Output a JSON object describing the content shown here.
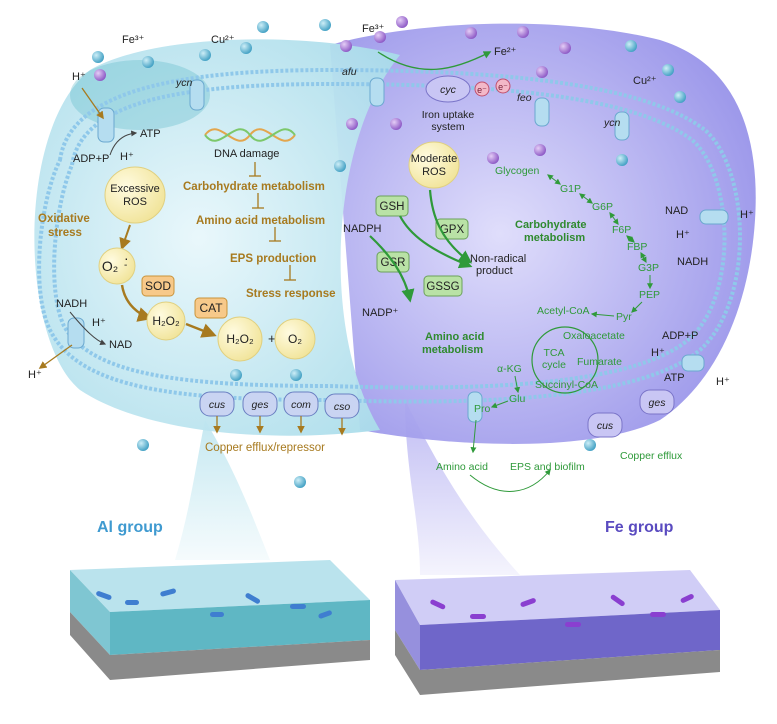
{
  "ions": {
    "fe3_left": "Fe³⁺",
    "cu2_left": "Cu²⁺",
    "fe3_right": "Fe³⁺",
    "fe2_right": "Fe²⁺",
    "cu2_right": "Cu²⁺",
    "e1": "e⁻",
    "e2": "e⁻"
  },
  "genes": {
    "ycn_left": "ycn",
    "afu": "afu",
    "cyc": "cyc",
    "feo": "feo",
    "ycn_right": "ycn",
    "cus_left": "cus",
    "ges_left": "ges",
    "com": "com",
    "cso": "cso",
    "cus_right": "cus",
    "ges_right": "ges"
  },
  "left": {
    "h_top": "H⁺",
    "atp": "ATP",
    "adp_p": "ADP+P",
    "h_mid": "H⁺",
    "dna_damage": "DNA damage",
    "excessive_ros": [
      "Excessive",
      "ROS"
    ],
    "oxidative_stress": [
      "Oxidative",
      "stress"
    ],
    "o2_radical": "O₂",
    "o2_dot": "·",
    "o2_minus": "-",
    "sod": "SOD",
    "cat": "CAT",
    "h2o2": "H₂O₂",
    "h2o2_2": "H₂O₂",
    "plus": "+",
    "o2": "O₂",
    "carb_metab": "Carbohydrate metabolism",
    "amino_metab": "Amino acid metabolism",
    "eps_prod": "EPS production",
    "stress_resp": "Stress response",
    "nadh": "NADH",
    "h_low": "H⁺",
    "nad": "NAD",
    "h_out": "H⁺",
    "copper_efflux_repressor": "Copper efflux/repressor",
    "group_label": "Al group"
  },
  "right": {
    "iron_uptake": [
      "Iron uptake",
      "system"
    ],
    "moderate_ros": [
      "Moderate",
      "ROS"
    ],
    "gsh": "GSH",
    "gpx": "GPX",
    "gsr": "GSR",
    "gssg": "GSSG",
    "nadph": "NADPH",
    "non_radical": [
      "Non-radical",
      "product"
    ],
    "nadp": "NADP⁺",
    "amino_metab": [
      "Amino acid",
      "metabolism"
    ],
    "carb_metab": [
      "Carbohydrate",
      "metabolism"
    ],
    "glycogen": "Glycogen",
    "g1p": "G1P",
    "g6p": "G6P",
    "f6p": "F6P",
    "fbp": "FBP",
    "g3p": "G3P",
    "pep": "PEP",
    "pyr": "Pyr",
    "acetyl_coa": "Acetyl-CoA",
    "oxaloacetate": "Oxaloacetate",
    "tca": [
      "TCA",
      "cycle"
    ],
    "fumarate": "Fumarate",
    "akg": "α-KG",
    "succinyl": "Succinyl-CoA",
    "glu": "Glu",
    "pro": "Pro",
    "amino_acid": "Amino acid",
    "eps_biofilm": "EPS and biofilm",
    "copper_efflux": "Copper efflux",
    "nad": "NAD",
    "h_nad": "H⁺",
    "nadh": "NADH",
    "h_out_top": "H⁺",
    "adp_p": "ADP+P",
    "h_atp": "H⁺",
    "atp": "ATP",
    "h_out_low": "H⁺",
    "group_label": "Fe group"
  },
  "colors": {
    "left_cell": "#bfe6f0",
    "right_cell": "#b8b4f2",
    "membrane": "#8fc8ea",
    "brown_text": "#a77a1f",
    "green_text": "#2f9a3a",
    "al_label": "#3f9ad0",
    "fe_label": "#5a4bc0"
  }
}
